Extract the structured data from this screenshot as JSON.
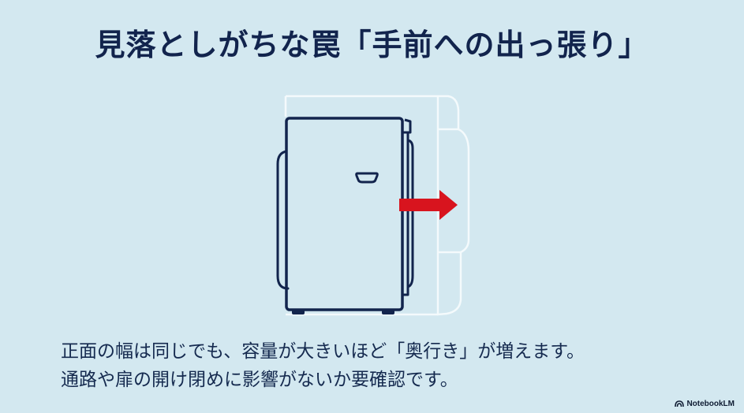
{
  "slide": {
    "title": "見落としがちな罠「手前への出っ張り」",
    "caption_lines": [
      "正面の幅は同じでも、容量が大きいほど「奥行き」が増えます。",
      "通路や扉の開け閉めに影響がないか要確認です。"
    ]
  },
  "badge": {
    "label": "NotebookLM",
    "icon": "notebooklm-logo-icon"
  },
  "colors": {
    "background": "#d3e8f0",
    "ink": "#12244d",
    "arrow": "#d8141e",
    "ghost": "#f4fafc"
  }
}
